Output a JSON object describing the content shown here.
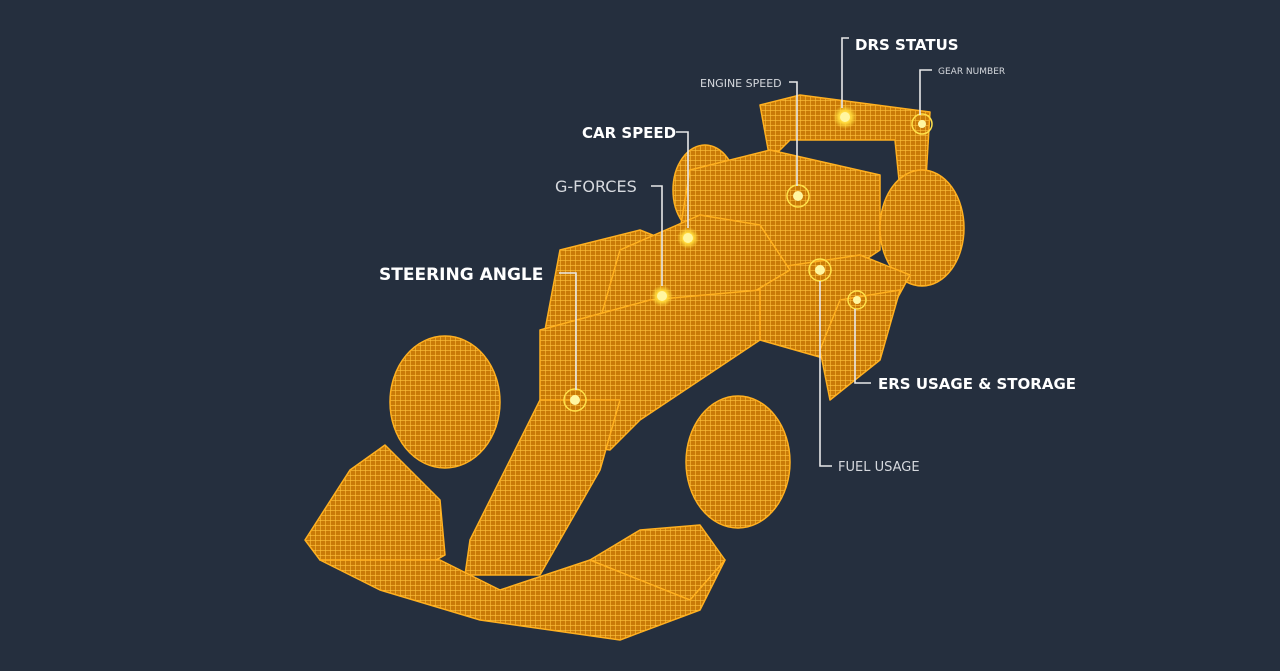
{
  "colors": {
    "background": "#252f3e",
    "car": "#f5a814",
    "sensor": "#ffe04a",
    "label": "#ffffff"
  },
  "labels": {
    "drs_status": "DRS STATUS",
    "engine_speed": "ENGINE SPEED",
    "gear_number": "GEAR NUMBER",
    "car_speed": "CAR SPEED",
    "g_forces": "G-FORCES",
    "steering_angle": "STEERING ANGLE",
    "ers_usage": "ERS USAGE & STORAGE",
    "fuel_usage": "FUEL USAGE"
  }
}
